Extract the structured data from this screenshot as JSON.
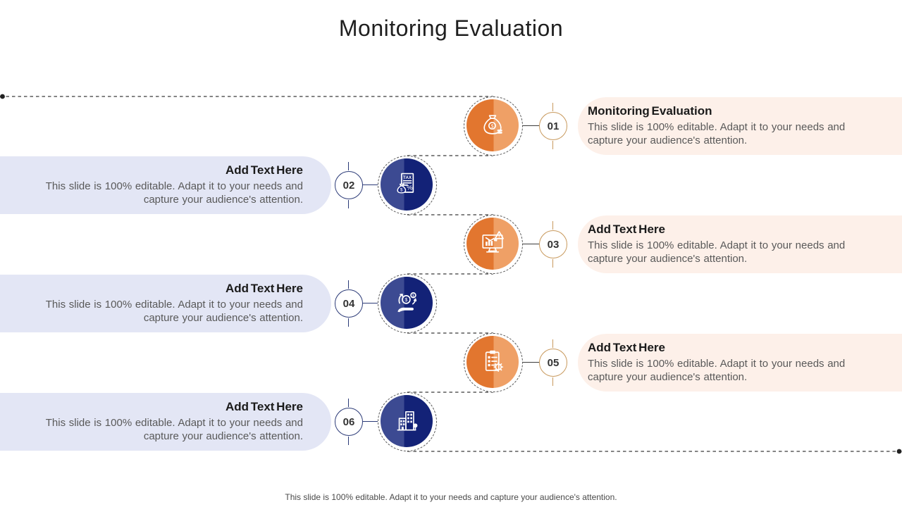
{
  "slide": {
    "title": "Monitoring Evaluation",
    "footer": "This slide is 100% editable. Adapt it to your needs and capture your audience's attention."
  },
  "colors": {
    "orange": "#e2762f",
    "orange_light": "#efa066",
    "navy": "#132277",
    "navy_light": "#3c4a92",
    "peach_box": "#fdf0e9",
    "lavender_box": "#e3e6f5",
    "number_border_orange": "#c8995c",
    "number_border_navy": "#2b3a77",
    "heading_text": "#1a1a1a",
    "body_text": "#595959",
    "dashed_line": "#3a3a3a"
  },
  "icon_glyphs": {
    "tax": "TAX",
    "percent": "%",
    "dollar": "$",
    "warning": "!"
  },
  "items": [
    {
      "number": "01",
      "side": "right",
      "theme": "orange",
      "icon": "money-bag-icon",
      "heading": "Monitoring Evaluation",
      "body": "This slide is 100% editable. Adapt it to your needs and capture your audience's attention."
    },
    {
      "number": "02",
      "side": "left",
      "theme": "navy",
      "icon": "tax-document-icon",
      "heading": "Add Text Here",
      "body": "This slide is 100% editable. Adapt it to your needs and capture your audience's attention."
    },
    {
      "number": "03",
      "side": "right",
      "theme": "orange",
      "icon": "monitor-chart-icon",
      "heading": "Add Text Here",
      "body": "This slide is 100% editable. Adapt it to your needs and capture your audience's attention."
    },
    {
      "number": "04",
      "side": "left",
      "theme": "navy",
      "icon": "hand-money-icon",
      "heading": "Add Text Here",
      "body": "This slide is 100% editable. Adapt it to your needs and capture your audience's attention."
    },
    {
      "number": "05",
      "side": "right",
      "theme": "orange",
      "icon": "clipboard-gear-icon",
      "heading": "Add Text Here",
      "body": "This slide is 100% editable. Adapt it to your needs and capture your audience's attention."
    },
    {
      "number": "06",
      "side": "left",
      "theme": "navy",
      "icon": "building-icon",
      "heading": "Add Text Here",
      "body": "This slide is 100% editable. Adapt it to your needs and capture your audience's attention."
    }
  ]
}
